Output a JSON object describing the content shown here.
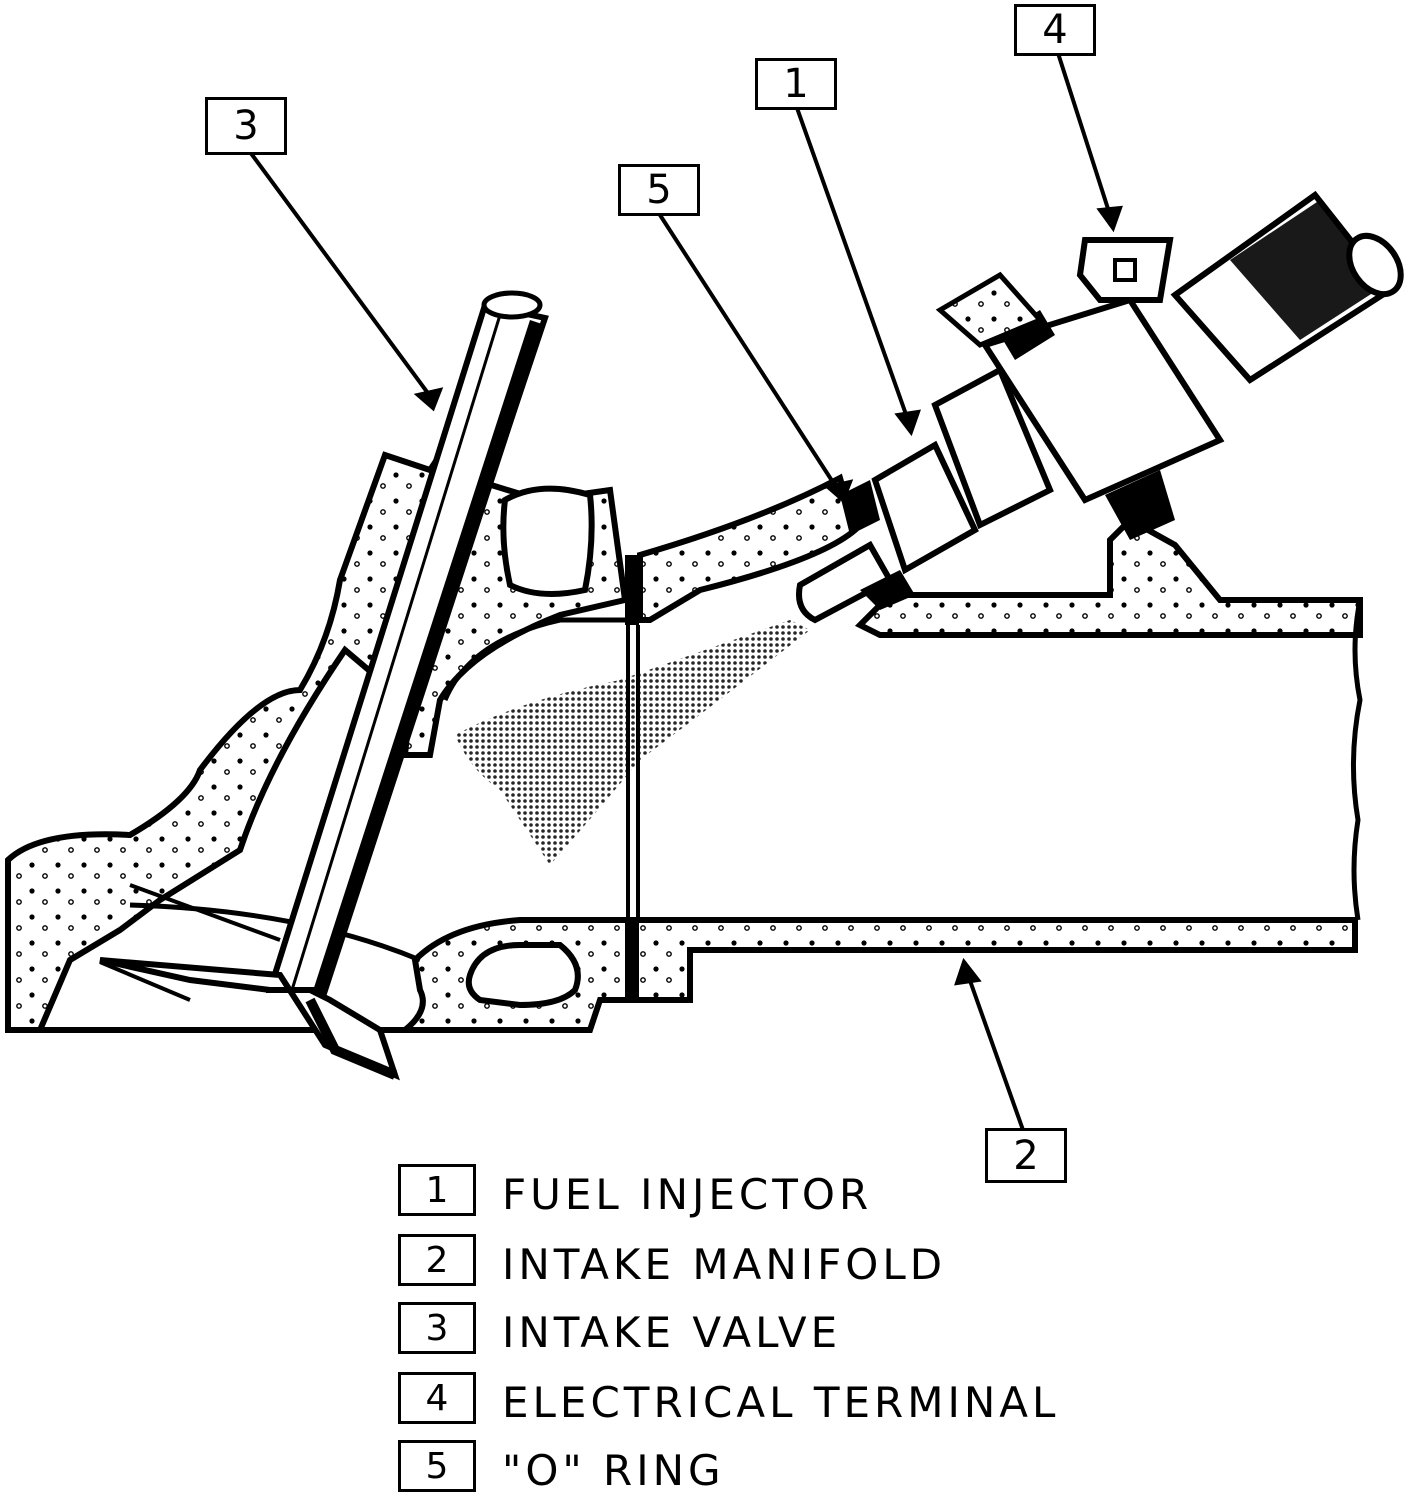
{
  "callouts": [
    {
      "number": "1"
    },
    {
      "number": "2"
    },
    {
      "number": "3"
    },
    {
      "number": "4"
    },
    {
      "number": "5"
    }
  ],
  "legend": [
    {
      "number": "1",
      "label": "FUEL INJECTOR"
    },
    {
      "number": "2",
      "label": "INTAKE MANIFOLD"
    },
    {
      "number": "3",
      "label": "INTAKE VALVE"
    },
    {
      "number": "4",
      "label": "ELECTRICAL TERMINAL"
    },
    {
      "number": "5",
      "label": "\"O\" RING"
    }
  ]
}
